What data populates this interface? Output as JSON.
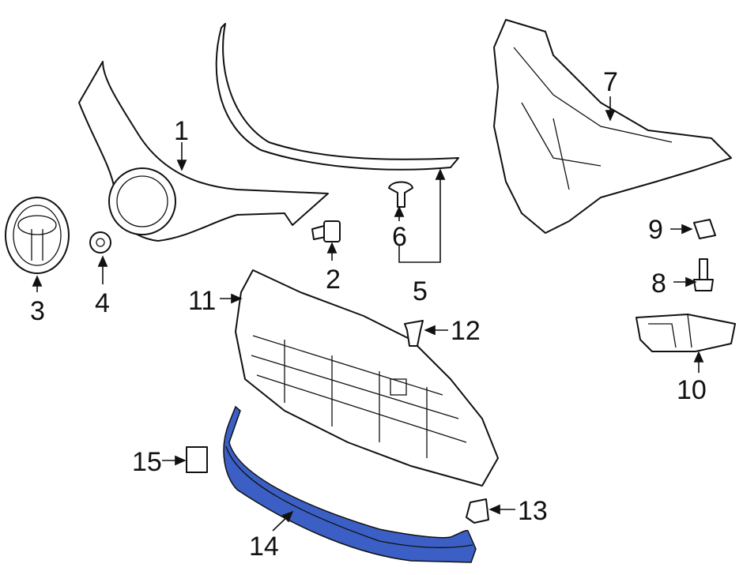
{
  "diagram": {
    "title": "Front grille assembly parts diagram",
    "highlight_color": "#3b5fc4",
    "callouts": [
      {
        "id": "1",
        "label": "1"
      },
      {
        "id": "2",
        "label": "2"
      },
      {
        "id": "3",
        "label": "3"
      },
      {
        "id": "4",
        "label": "4"
      },
      {
        "id": "5",
        "label": "5"
      },
      {
        "id": "6",
        "label": "6"
      },
      {
        "id": "7",
        "label": "7"
      },
      {
        "id": "8",
        "label": "8"
      },
      {
        "id": "9",
        "label": "9"
      },
      {
        "id": "10",
        "label": "10"
      },
      {
        "id": "11",
        "label": "11"
      },
      {
        "id": "12",
        "label": "12"
      },
      {
        "id": "13",
        "label": "13"
      },
      {
        "id": "14",
        "label": "14"
      },
      {
        "id": "15",
        "label": "15"
      }
    ]
  }
}
